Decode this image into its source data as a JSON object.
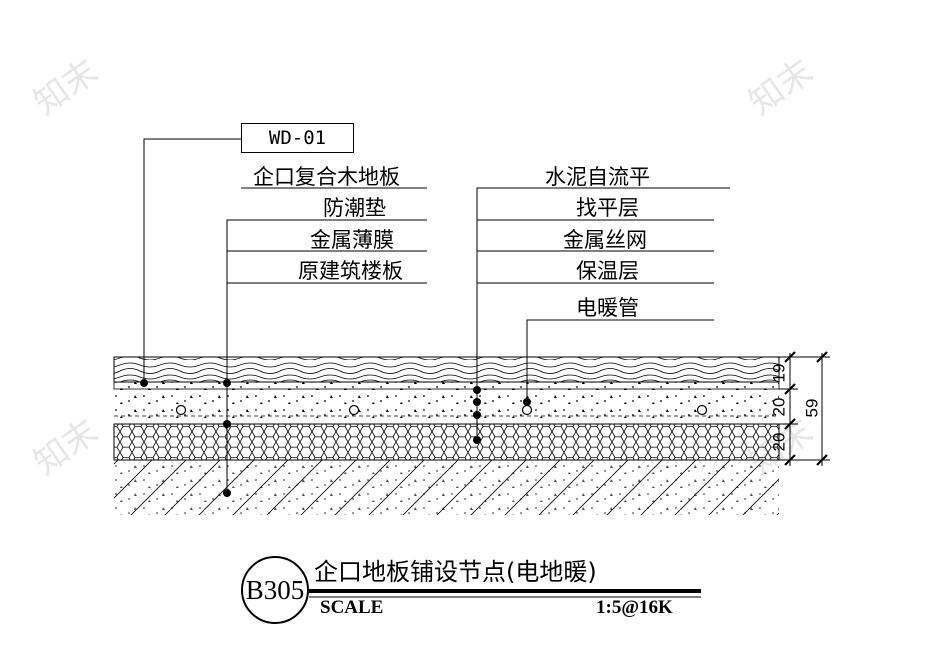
{
  "watermark": "知末",
  "tag": "WD-01",
  "left_labels": [
    "企口复合木地板",
    "防潮垫",
    "金属薄膜",
    "原建筑楼板"
  ],
  "right_labels": [
    "水泥自流平",
    "找平层",
    "金属丝网",
    "保温层",
    "电暖管"
  ],
  "dimensions": {
    "d1": "19",
    "d2": "20",
    "d3": "20",
    "total": "59"
  },
  "title": {
    "code": "B305",
    "name": "企口地板铺设节点(电地暖)",
    "scale_label": "SCALE",
    "ratio": "1:5@16K"
  }
}
